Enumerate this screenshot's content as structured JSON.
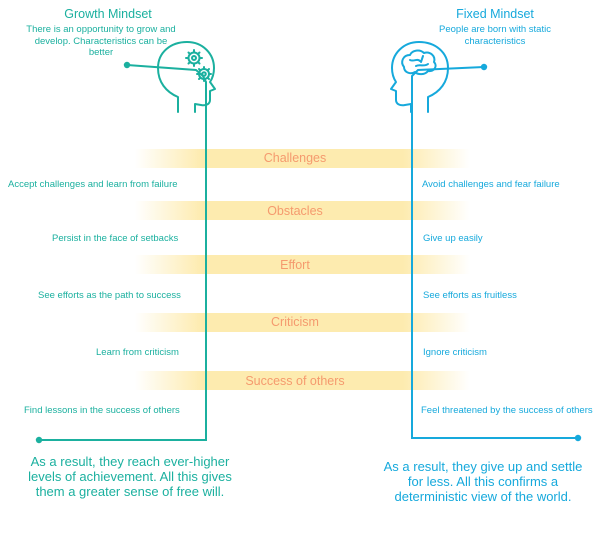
{
  "growth": {
    "title": "Growth Mindset",
    "description": "There is an opportunity to grow and develop. Characteristics can be better",
    "traits": [
      "Accept challenges and learn from failure",
      "Persist in the face of setbacks",
      "See efforts as the path to success",
      "Learn from criticism",
      "Find lessons in the success of others"
    ],
    "result": "As a result, they reach ever-higher levels of achievement. All this gives them a greater sense of free will."
  },
  "fixed": {
    "title": "Fixed Mindset",
    "description": "People are born with static characteristics",
    "traits": [
      "Avoid challenges and fear failure",
      "Give up easily",
      "See efforts as fruitless",
      "Ignore criticism",
      "Feel threatened by the success of others"
    ],
    "result": "As a result, they give up and settle for less. All this confirms a deterministic view of the world."
  },
  "topics": [
    "Challenges",
    "Obstacles",
    "Effort",
    "Criticism",
    "Success of others"
  ],
  "colors": {
    "growth": "#1bb09f",
    "fixed": "#16a9dc",
    "topic_text": "#f59a6e",
    "topic_band": "#fde9a6"
  },
  "icons": {
    "growth_head": "head-with-gears-icon",
    "fixed_head": "head-with-brain-icon"
  }
}
